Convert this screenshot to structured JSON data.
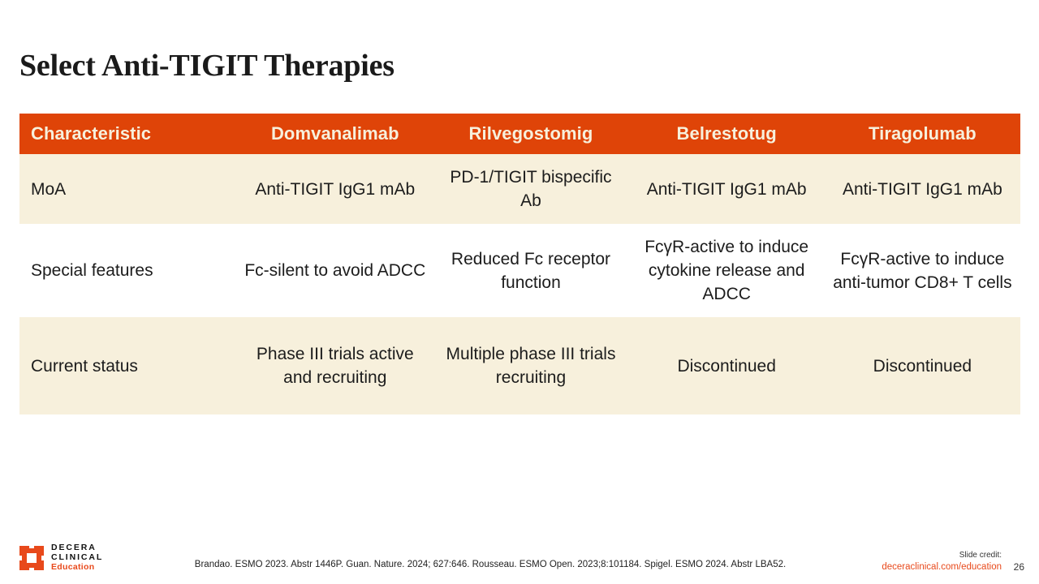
{
  "slide": {
    "title": "Select Anti-TIGIT Therapies",
    "page_number": "26",
    "accent_color": "#DF4408",
    "alt_row_color": "#F7F0DC",
    "link_color": "#E8491B"
  },
  "table": {
    "columns": [
      "Characteristic",
      "Domvanalimab",
      "Rilvegostomig",
      "Belrestotug",
      "Tiragolumab"
    ],
    "rows": [
      {
        "label": "MoA",
        "cells": [
          "Anti-TIGIT IgG1 mAb",
          "PD-1/TIGIT bispecific Ab",
          "Anti-TIGIT IgG1 mAb",
          "Anti-TIGIT IgG1 mAb"
        ]
      },
      {
        "label": "Special features",
        "cells": [
          "Fc-silent to avoid ADCC",
          "Reduced Fc receptor function",
          "FcγR-active to induce cytokine release and ADCC",
          "FcγR-active to induce anti-tumor CD8+ T cells"
        ]
      },
      {
        "label": "Current status",
        "cells": [
          "Phase III trials active and recruiting",
          "Multiple phase III trials recruiting",
          "Discontinued",
          "Discontinued"
        ]
      }
    ]
  },
  "footer": {
    "logo": {
      "line1": "DECERA",
      "line2": "CLINICAL",
      "line3": "Education"
    },
    "citation": "Brandao. ESMO 2023. Abstr 1446P. Guan. Nature. 2024; 627:646. Rousseau. ESMO Open. 2023;8:101184. Spigel. ESMO 2024. Abstr LBA52.",
    "credit_label": "Slide credit:",
    "credit_link": "deceraclinical.com/education"
  }
}
